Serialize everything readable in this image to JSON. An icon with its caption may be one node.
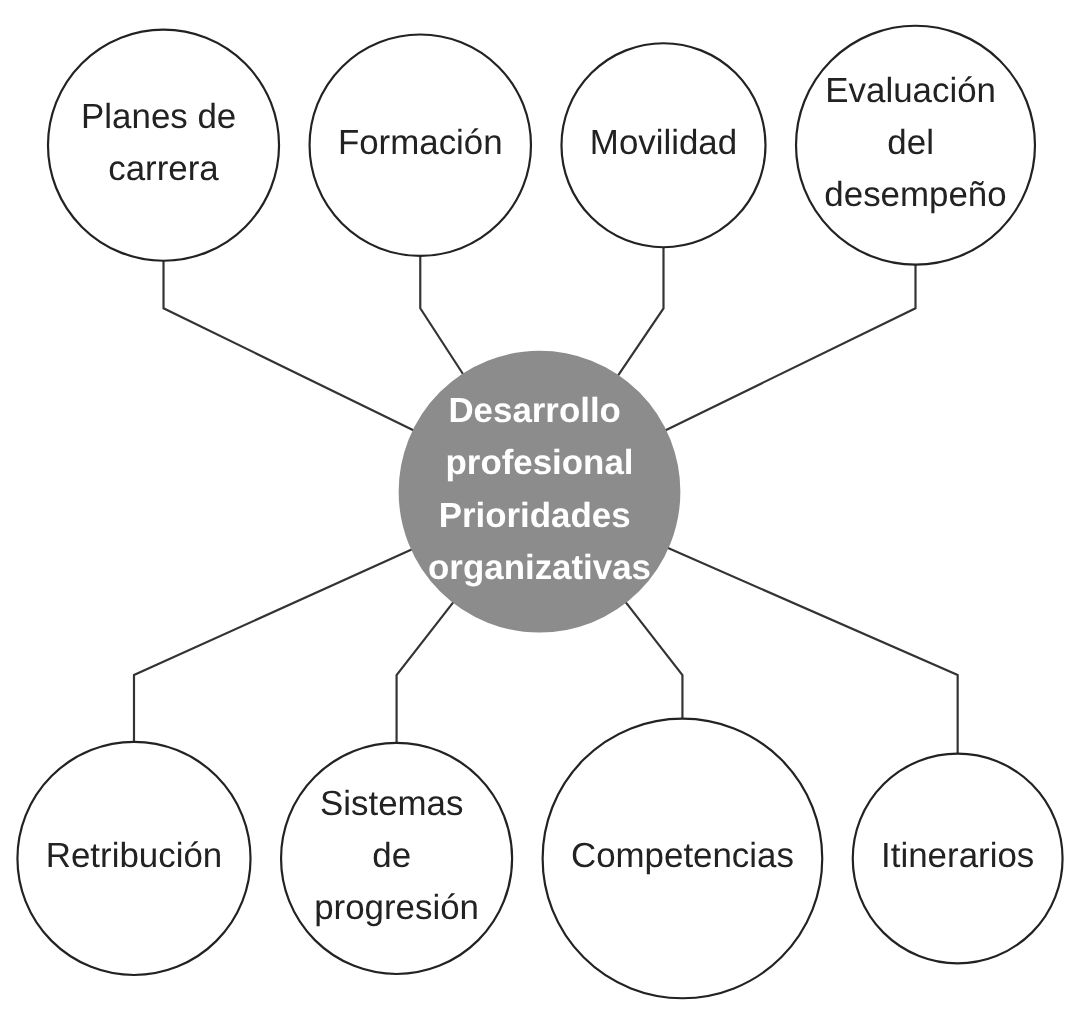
{
  "diagram": {
    "nodes": [
      {
        "text": [
          "Desarrollo profesional",
          "Prioridades organizativas"
        ]
      },
      {
        "text": [
          "Formación"
        ]
      },
      {
        "text": [
          "Movilidad"
        ]
      },
      {
        "text": [
          "Retribución"
        ]
      },
      {
        "text": [
          "Sistemas de progresión"
        ]
      },
      {
        "text": [
          "Competencias"
        ]
      },
      {
        "text": [
          "Itinerarios"
        ]
      },
      {
        "text": [
          "Evaluación del desempeño"
        ]
      },
      {
        "text": [
          "Planes de carrera"
        ]
      }
    ],
    "edges": [
      {
        "from": 8,
        "to": 0,
        "arrow": "none"
      },
      {
        "from": 1,
        "to": 0,
        "arrow": "none"
      },
      {
        "from": 2,
        "to": 0,
        "arrow": "none"
      },
      {
        "from": 7,
        "to": 0,
        "arrow": "none"
      },
      {
        "from": 0,
        "to": 3,
        "arrow": "none"
      },
      {
        "from": 0,
        "to": 4,
        "arrow": "none"
      },
      {
        "from": 0,
        "to": 5,
        "arrow": "none"
      },
      {
        "from": 0,
        "to": 6,
        "arrow": "none"
      }
    ]
  }
}
